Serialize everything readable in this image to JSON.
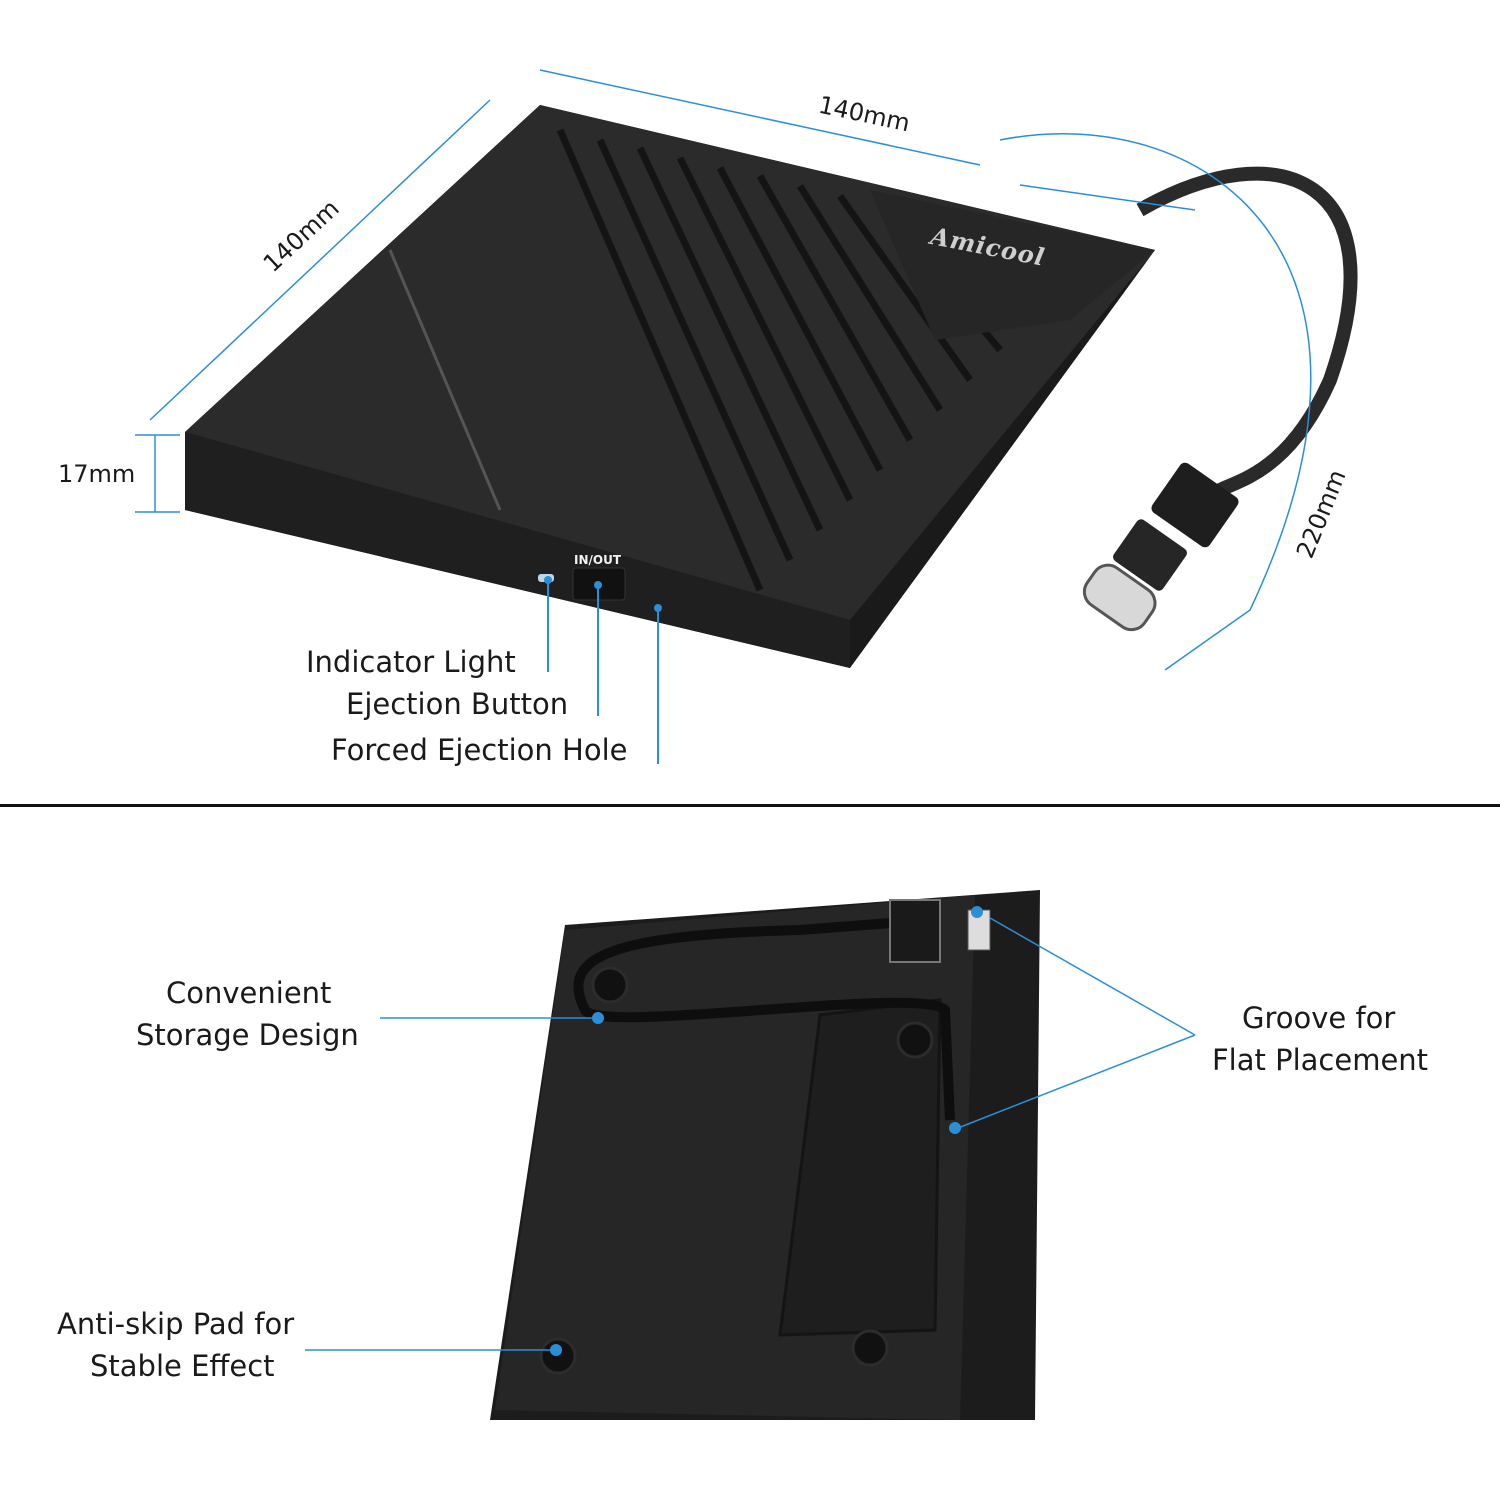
{
  "top_panel": {
    "product": {
      "brand_logo": "Amicool",
      "eject_button_label": "IN/OUT"
    },
    "dimensions": {
      "width": "140mm",
      "depth": "140mm",
      "height": "17mm",
      "cable_length": "220mm"
    },
    "callouts": [
      {
        "label": "Indicator Light"
      },
      {
        "label": "Ejection Button"
      },
      {
        "label": "Forced Ejection Hole"
      }
    ]
  },
  "bottom_panel": {
    "callouts": [
      {
        "label_line1": "Convenient",
        "label_line2": "Storage Design"
      },
      {
        "label_line1": "Groove for",
        "label_line2": "Flat Placement"
      },
      {
        "label_line1": "Anti-skip Pad for",
        "label_line2": "Stable Effect"
      }
    ]
  },
  "colors": {
    "accent_line": "#2a8fd6",
    "device_body": "#1c1c1c",
    "device_face": "#2b2b2b",
    "text": "#1a1a1a"
  }
}
